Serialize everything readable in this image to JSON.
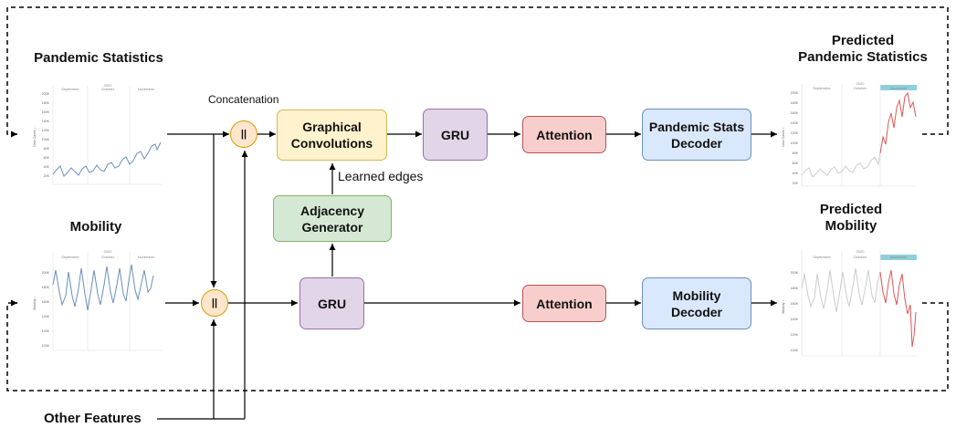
{
  "inputs": {
    "pandemic_stats": {
      "title": "Pandemic Statistics"
    },
    "mobility": {
      "title": "Mobility"
    },
    "other_features": {
      "label": "Other Features"
    }
  },
  "outputs": {
    "predicted_pandemic_stats": {
      "title_line1": "Predicted",
      "title_line2": "Pandemic Statistics"
    },
    "predicted_mobility": {
      "title_line1": "Predicted",
      "title_line2": "Mobility"
    }
  },
  "nodes": {
    "concat_top": "||",
    "concat_bottom": "||",
    "concat_label": "Concatenation",
    "graphical_conv": {
      "line1": "Graphical",
      "line2": "Convolutions"
    },
    "gru_top": "GRU",
    "attention_top": "Attention",
    "pandemic_decoder": {
      "line1": "Pandemic Stats",
      "line2": "Decoder"
    },
    "adjacency": {
      "line1": "Adjacency",
      "line2": "Generator"
    },
    "learned_edges": "Learned edges",
    "gru_bottom": "GRU",
    "attention_bottom": "Attention",
    "mobility_decoder": {
      "line1": "Mobility",
      "line2": "Decoder"
    }
  },
  "thumbnails": {
    "pandemic_input": {
      "month_labels": [
        "September",
        "October",
        "November"
      ],
      "year": "2020",
      "y_axis_title": "New Cases ↕",
      "y_ticks": [
        "200K",
        "180K",
        "160K",
        "140K",
        "120K",
        "100K",
        "80K",
        "60K",
        "40K",
        "20K"
      ],
      "series_color": "#6b8fbe"
    },
    "pandemic_output": {
      "month_labels": [
        "September",
        "October",
        "November"
      ],
      "year": "2020",
      "y_axis_title": "New Cases ↕",
      "y_ticks": [
        "200K",
        "180K",
        "160K",
        "140K",
        "120K",
        "100K",
        "80K",
        "60K",
        "40K",
        "20K"
      ],
      "highlight_color": "#8fcfdc",
      "history_color": "#cccccc",
      "prediction_color": "#e05555"
    },
    "mobility_input": {
      "month_labels": [
        "September",
        "October",
        "November"
      ],
      "year": "2020",
      "y_axis_title": "Mobility ↕",
      "y_ticks": [
        "200K",
        "180K",
        "160K",
        "140K",
        "120K",
        "100K"
      ],
      "series_color": "#6b8fbe"
    },
    "mobility_output": {
      "month_labels": [
        "September",
        "October",
        "November"
      ],
      "year": "2020",
      "y_axis_title": "Mobility ↕",
      "y_ticks": [
        "200K",
        "180K",
        "160K",
        "140K",
        "120K",
        "100K"
      ],
      "highlight_color": "#8fcfdc",
      "history_color": "#cccccc",
      "prediction_color": "#e05555"
    }
  },
  "colors": {
    "line": "#000000",
    "gru": "#e1d5e7",
    "attention": "#f8cecc",
    "decoder": "#dae8fc",
    "graph_conv": "#fff2cc",
    "adjacency": "#d5e8d4",
    "concat": "#ffe6cc"
  }
}
